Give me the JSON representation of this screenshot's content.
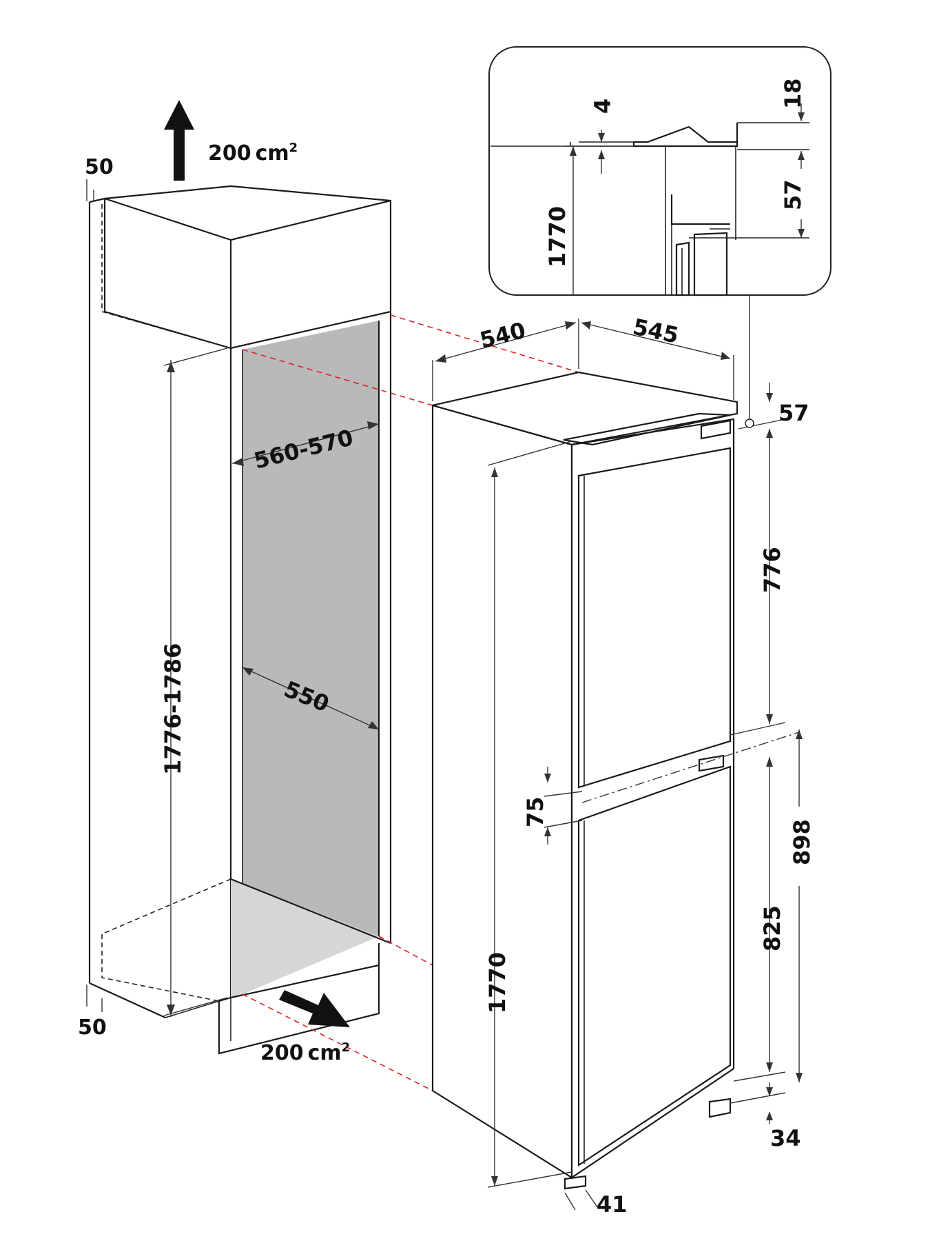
{
  "labels": {
    "top_gap": "50",
    "top_vent": "200",
    "bottom_gap": "50",
    "bottom_vent": "200",
    "vent_unit": "cm",
    "vent_exp": "2",
    "niche_height": "1776-1786",
    "niche_width": "560-570",
    "niche_depth": "550",
    "fridge_depth": "540",
    "fridge_width": "545",
    "top_offset": "57",
    "upper_door": "776",
    "door_gap": "75",
    "lower_door": "825",
    "lower_total": "898",
    "bottom_foot": "34",
    "base_foot": "41",
    "fridge_height": "1770",
    "detail_height": "1770",
    "detail_4": "4",
    "detail_18": "18",
    "detail_57": "57"
  },
  "colors": {
    "niche_back": "#b9b9b9",
    "niche_floor": "#d6d6d6",
    "reference_line": "#dd2222",
    "stroke": "#1a1a1a"
  }
}
